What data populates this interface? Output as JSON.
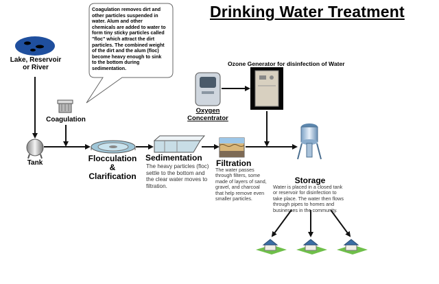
{
  "title": "Drinking Water Treatment",
  "bubble": "Coagulation removes dirt and other particles suspended in water. Alum and other chemicals are added to water to form tiny sticky particles called \"floc\" which attract the dirt particles. The combined weight of the dirt and the alum (floc) become heavy enough to sink to the bottom during sedimentation.",
  "ozone_heading": "Ozone Generator for disinfection of Water",
  "stages": {
    "lake": {
      "line1": "Lake, Reservoir",
      "line2": "or River"
    },
    "coagulation": "Coagulation",
    "tank": "Tank",
    "flocculation": {
      "line1": "Flocculation",
      "line2": "&",
      "line3": "Clarification"
    },
    "sedimentation": {
      "label": "Sedimentation",
      "description": "The heavy particles (floc) settle to the bottom and the clear water moves to filtration."
    },
    "filtration": {
      "label": "Filtration",
      "description": "The water passes through filters, some made of layers of sand, gravel, and charcoal that help remove even smaller particles."
    },
    "oxygen": {
      "line1": "Oxygen",
      "line2": "Concentrator"
    },
    "storage": {
      "label": "Storage",
      "description": "Water is placed in a closed tank or reservoir for disinfection to take place. The water then flows through pipes to homes and businesses in the community."
    }
  },
  "colors": {
    "arrow": "#111111",
    "lake": "#1f4f9e",
    "roof": "#3a6ea5",
    "lawn": "#6fbf4a"
  }
}
